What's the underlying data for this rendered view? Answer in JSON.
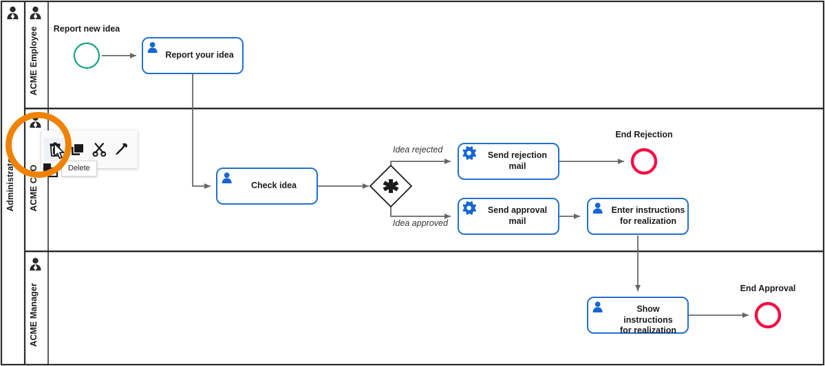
{
  "diagram": {
    "type": "bpmn-process",
    "pool": {
      "label": "Administrator"
    },
    "lanes": [
      {
        "id": "employee",
        "label": "ACME Employee",
        "icon": "lane-participant-icon"
      },
      {
        "id": "ceo",
        "label": "ACME CEO",
        "icon": "lane-participant-icon"
      },
      {
        "id": "manager",
        "label": "ACME Manager",
        "icon": "lane-participant-icon"
      }
    ],
    "events": [
      {
        "id": "start-new-idea",
        "kind": "start",
        "label": "Report new idea",
        "color": "#13a27f"
      },
      {
        "id": "end-rejection",
        "kind": "end",
        "label": "End Rejection",
        "color": "#f50d44"
      },
      {
        "id": "end-approval",
        "kind": "end",
        "label": "End Approval",
        "color": "#f50d44"
      }
    ],
    "gateways": [
      {
        "id": "decision-gateway",
        "kind": "exclusive",
        "label": ""
      }
    ],
    "tasks": [
      {
        "id": "report-your-idea",
        "label": "Report your idea",
        "task_type": "user",
        "lane": "employee"
      },
      {
        "id": "check-idea",
        "label": "Check idea",
        "task_type": "user",
        "lane": "ceo"
      },
      {
        "id": "send-rejection-mail",
        "label": "Send rejection\nmail",
        "task_type": "service",
        "lane": "ceo"
      },
      {
        "id": "send-approval-mail",
        "label": "Send approval\nmail",
        "task_type": "service",
        "lane": "ceo"
      },
      {
        "id": "enter-instructions",
        "label": "Enter instructions\nfor realization",
        "task_type": "user",
        "lane": "ceo"
      },
      {
        "id": "show-instructions",
        "label": "Show instructions\nfor realization",
        "task_type": "user",
        "lane": "manager"
      }
    ],
    "flow_labels": [
      {
        "id": "flow-idea-rejected",
        "label": "Idea rejected"
      },
      {
        "id": "flow-idea-approved",
        "label": "Idea approved"
      }
    ],
    "colors": {
      "task_border": "#1f6fd0",
      "start_event": "#13a27f",
      "end_event": "#f50d44",
      "icon_blue": "#1565d8",
      "connector": "#666666",
      "lane_border": "#2b2b2b",
      "highlight": "#ef8200"
    }
  },
  "context_toolbar": {
    "buttons": [
      {
        "id": "delete",
        "icon": "trash-icon",
        "label": "Delete",
        "active": true
      },
      {
        "id": "copy",
        "icon": "copy-icon",
        "label": "Copy",
        "active": false
      },
      {
        "id": "cut",
        "icon": "scissors-icon",
        "label": "Cut",
        "active": false
      },
      {
        "id": "style",
        "icon": "eyedropper-icon",
        "label": "Format",
        "active": false
      },
      {
        "id": "paste",
        "icon": "paste-icon",
        "label": "Paste",
        "active": false
      }
    ],
    "tooltip": "Delete"
  },
  "annotation": {
    "highlight_shape": "circle",
    "highlight_color": "#ef8200"
  }
}
